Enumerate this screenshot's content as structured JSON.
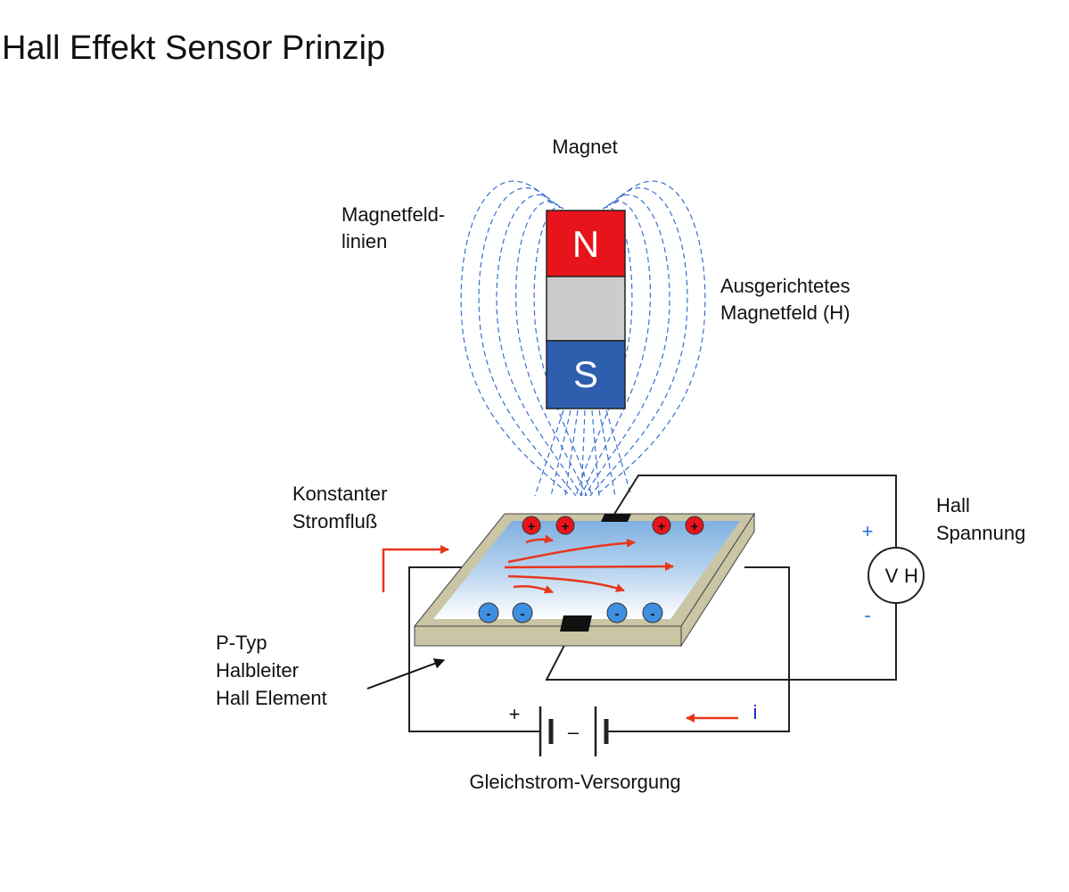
{
  "title": "Hall Effekt Sensor Prinzip",
  "labels": {
    "magnet": "Magnet",
    "field_lines_1": "Magnetfeld-",
    "field_lines_2": "linien",
    "aligned_field_1": "Ausgerichtetes",
    "aligned_field_2": "Magnetfeld (H)",
    "constant_current_1": "Konstanter",
    "constant_current_2": "Stromfluß",
    "element_1": "P-Typ",
    "element_2": "Halbleiter",
    "element_3": "Hall Element",
    "hall_voltage_1": "Hall",
    "hall_voltage_2": "Spannung",
    "dc_supply": "Gleichstrom-Versorgung"
  },
  "magnet": {
    "north": "N",
    "south": "S"
  },
  "voltmeter": {
    "symbol": "V",
    "subscript": "H",
    "plus": "+",
    "minus": "-"
  },
  "battery": {
    "plus": "+",
    "minus": "–"
  },
  "current": {
    "symbol": "i"
  },
  "charges": {
    "positive": "+",
    "negative": "-"
  },
  "colors": {
    "north": "#e8141c",
    "south": "#2e5fae",
    "magnet_middle": "#cccccc",
    "field_line": "#3a6fd0",
    "arrow": "#e8361c",
    "positive_charge": "#e8141c",
    "negative_charge": "#3d8fe0",
    "slab_frame": "#c9c5a5",
    "sign_blue": "#2a6fe0",
    "current_symbol": "#2222cc"
  }
}
